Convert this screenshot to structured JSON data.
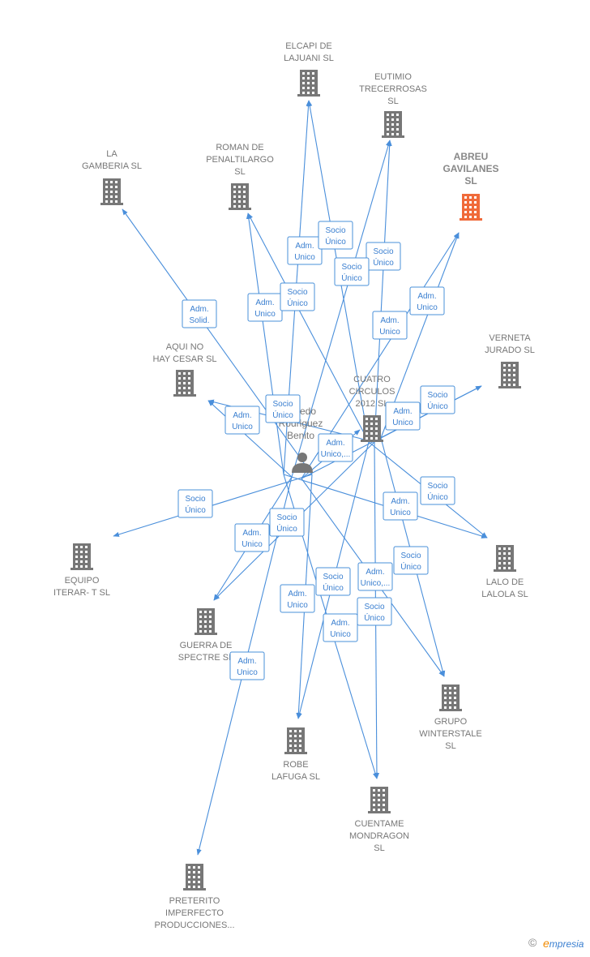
{
  "colors": {
    "edge": "#4a8fdb",
    "node": "#777777",
    "highlight": "#f06a3a"
  },
  "center": {
    "id": "person",
    "name": [
      "Alfredo",
      "Rodriguez",
      "Benito"
    ],
    "icon": "person-icon"
  },
  "nodes": [
    {
      "id": "elcapi",
      "lines": [
        "ELCAPI DE",
        "LAJUANI  SL"
      ]
    },
    {
      "id": "eutimio",
      "lines": [
        "EUTIMIO",
        "TRECERROSAS",
        "SL"
      ]
    },
    {
      "id": "abreu",
      "lines": [
        "ABREU",
        "GAVILANES",
        "SL"
      ],
      "highlight": true
    },
    {
      "id": "lagamberia",
      "lines": [
        "LA",
        "GAMBERIA SL"
      ]
    },
    {
      "id": "roman",
      "lines": [
        "ROMAN DE",
        "PENALTILARGO",
        "SL"
      ]
    },
    {
      "id": "aquino",
      "lines": [
        "AQUI NO",
        "HAY CESAR  SL"
      ]
    },
    {
      "id": "verneta",
      "lines": [
        "VERNETA",
        "JURADO  SL"
      ]
    },
    {
      "id": "cuatro",
      "lines": [
        "CUATRO",
        "CIRCULOS",
        "2012 SL"
      ]
    },
    {
      "id": "equipo",
      "lines": [
        "EQUIPO",
        "ITERAR- T  SL"
      ]
    },
    {
      "id": "lalo",
      "lines": [
        "LALO DE",
        "LALOLA  SL"
      ]
    },
    {
      "id": "guerra",
      "lines": [
        "GUERRA DE",
        "SPECTRE  SL"
      ]
    },
    {
      "id": "grupo",
      "lines": [
        "GRUPO",
        "WINTERSTALE",
        "SL"
      ]
    },
    {
      "id": "robe",
      "lines": [
        "ROBE",
        "LAFUGA  SL"
      ]
    },
    {
      "id": "cuentame",
      "lines": [
        "CUENTAME",
        "MONDRAGON",
        "SL"
      ]
    },
    {
      "id": "preterito",
      "lines": [
        "PRETERITO",
        "IMPERFECTO",
        "PRODUCCIONES..."
      ]
    }
  ],
  "edges": [
    {
      "from": "person",
      "to": "elcapi",
      "label": [
        "Adm.",
        "Unico"
      ]
    },
    {
      "from": "person",
      "to": "eutimio",
      "label": [
        "Adm.",
        "Unico"
      ]
    },
    {
      "from": "person",
      "to": "abreu",
      "label": [
        "Adm.",
        "Unico"
      ]
    },
    {
      "from": "person",
      "to": "lagamberia",
      "label": [
        "Adm.",
        "Solid."
      ]
    },
    {
      "from": "person",
      "to": "roman",
      "label": [
        "Adm.",
        "Unico"
      ]
    },
    {
      "from": "person",
      "to": "aquino",
      "label": [
        "Adm.",
        "Unico"
      ]
    },
    {
      "from": "person",
      "to": "verneta",
      "label": [
        "Adm.",
        "Unico"
      ]
    },
    {
      "from": "person",
      "to": "equipo",
      "label": [
        "Socio",
        "Único"
      ]
    },
    {
      "from": "person",
      "to": "lalo",
      "label": [
        "Adm.",
        "Unico"
      ]
    },
    {
      "from": "person",
      "to": "guerra",
      "label": [
        "Adm.",
        "Unico"
      ]
    },
    {
      "from": "person",
      "to": "grupo",
      "label": [
        "Adm.",
        "Unico,..."
      ]
    },
    {
      "from": "person",
      "to": "robe",
      "label": [
        "Adm.",
        "Unico"
      ]
    },
    {
      "from": "person",
      "to": "cuentame",
      "label": [
        "Adm.",
        "Unico"
      ]
    },
    {
      "from": "person",
      "to": "preterito",
      "label": [
        "Adm.",
        "Unico"
      ]
    },
    {
      "from": "person",
      "to": "cuatro",
      "label": [
        "Adm.",
        "Unico,..."
      ]
    },
    {
      "from": "cuatro",
      "to": "elcapi",
      "label": [
        "Socio",
        "Único"
      ]
    },
    {
      "from": "cuatro",
      "to": "eutimio",
      "label": [
        "Socio",
        "Único"
      ]
    },
    {
      "from": "cuatro",
      "to": "abreu",
      "label": [
        "Socio",
        "Único"
      ]
    },
    {
      "from": "cuatro",
      "to": "roman",
      "label": [
        "Socio",
        "Único"
      ]
    },
    {
      "from": "cuatro",
      "to": "aquino",
      "label": [
        "Socio",
        "Único"
      ]
    },
    {
      "from": "cuatro",
      "to": "verneta",
      "label": [
        "Socio",
        "Único"
      ]
    },
    {
      "from": "cuatro",
      "to": "lalo",
      "label": [
        "Socio",
        "Único"
      ]
    },
    {
      "from": "cuatro",
      "to": "guerra",
      "label": [
        "Socio",
        "Único"
      ]
    },
    {
      "from": "cuatro",
      "to": "grupo",
      "label": [
        "Socio",
        "Único"
      ]
    },
    {
      "from": "cuatro",
      "to": "robe",
      "label": [
        "Socio",
        "Único"
      ]
    },
    {
      "from": "cuatro",
      "to": "cuentame",
      "label": [
        "Socio",
        "Único"
      ]
    }
  ],
  "footer": {
    "copyright": "©",
    "brand_initial": "e",
    "brand_rest": "mpresia"
  }
}
